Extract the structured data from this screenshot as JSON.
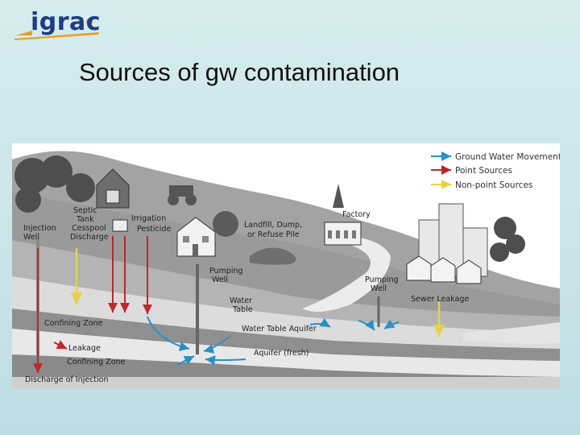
{
  "logo": {
    "text": "igrac"
  },
  "slide": {
    "title": "Sources of gw contamination"
  },
  "legend": [
    {
      "label": "Ground Water Movement",
      "color": "#2a8fc9"
    },
    {
      "label": "Point Sources",
      "color": "#c0262d"
    },
    {
      "label": "Non-point Sources",
      "color": "#e6d24a"
    }
  ],
  "labels": {
    "injection_well": [
      "Injection",
      "Well"
    ],
    "septic": [
      "Septic",
      "Tank",
      "Cesspool",
      "Discharge"
    ],
    "irrigation": [
      "Irrigation",
      "Pesticide"
    ],
    "landfill": [
      "Landfill, Dump,",
      "or Refuse Pile"
    ],
    "factory": "Factory",
    "pumping_well_left": [
      "Pumping",
      "Well"
    ],
    "water_table": [
      "Water",
      "Table"
    ],
    "pumping_well_right": [
      "Pumping",
      "Well"
    ],
    "sewer_leakage": "Sewer Leakage",
    "water_table_aquifer": "Water Table Aquifer",
    "aquifer_fresh": "Aquifer (fresh)",
    "confining_zone_upper": "Confining Zone",
    "leakage": "Leakage",
    "confining_zone_lower": "Confining Zone",
    "discharge_injection": "Discharge of Injection"
  }
}
